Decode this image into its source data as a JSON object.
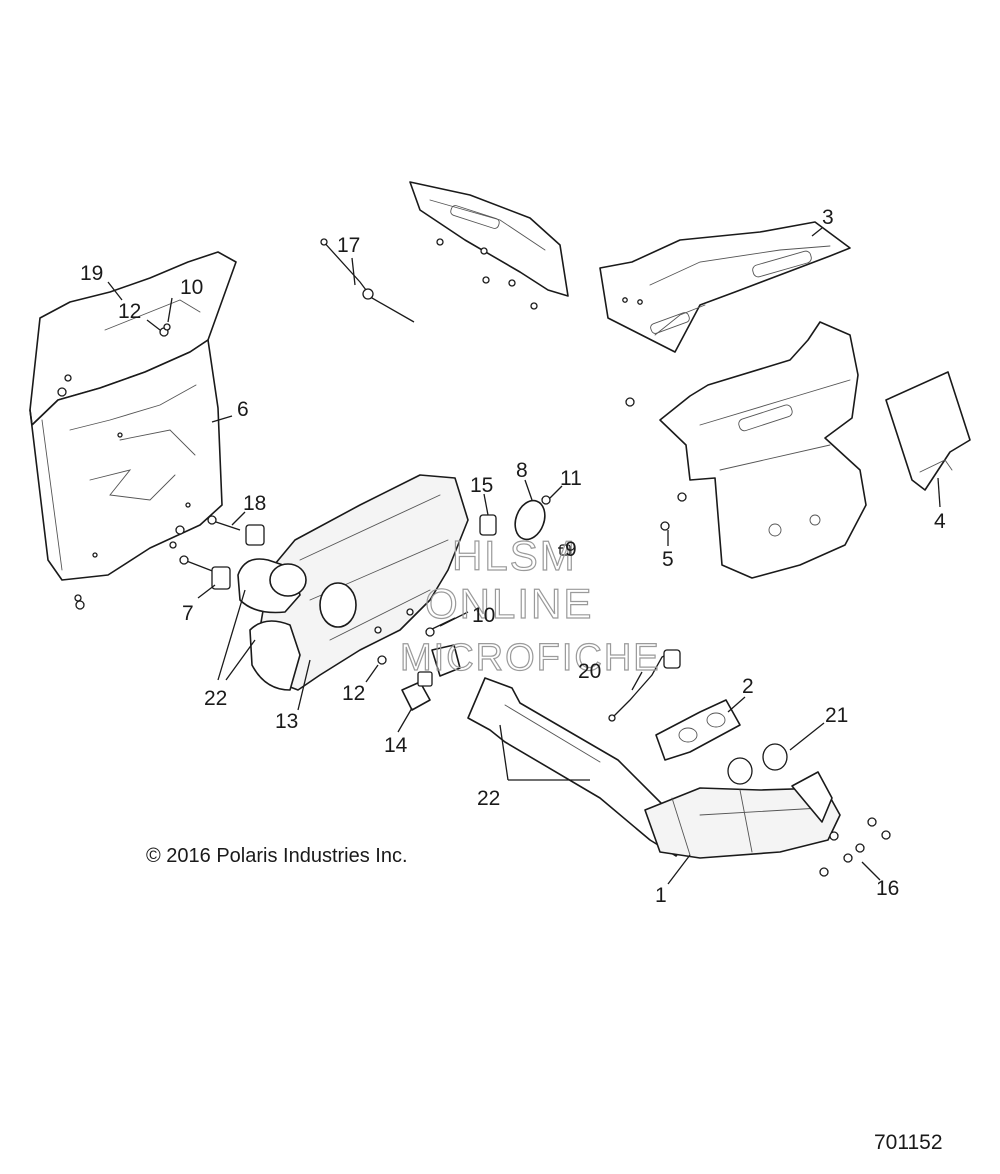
{
  "diagram": {
    "callouts": [
      {
        "id": "c1",
        "label": "1"
      },
      {
        "id": "c2",
        "label": "2"
      },
      {
        "id": "c3",
        "label": "3"
      },
      {
        "id": "c4",
        "label": "4"
      },
      {
        "id": "c5",
        "label": "5"
      },
      {
        "id": "c6",
        "label": "6"
      },
      {
        "id": "c7",
        "label": "7"
      },
      {
        "id": "c8",
        "label": "8"
      },
      {
        "id": "c9",
        "label": "9"
      },
      {
        "id": "c10a",
        "label": "10"
      },
      {
        "id": "c10b",
        "label": "10"
      },
      {
        "id": "c11",
        "label": "11"
      },
      {
        "id": "c12a",
        "label": "12"
      },
      {
        "id": "c12b",
        "label": "12"
      },
      {
        "id": "c13",
        "label": "13"
      },
      {
        "id": "c14",
        "label": "14"
      },
      {
        "id": "c15",
        "label": "15"
      },
      {
        "id": "c16",
        "label": "16"
      },
      {
        "id": "c17",
        "label": "17"
      },
      {
        "id": "c18",
        "label": "18"
      },
      {
        "id": "c19",
        "label": "19"
      },
      {
        "id": "c20",
        "label": "20"
      },
      {
        "id": "c21",
        "label": "21"
      },
      {
        "id": "c22a",
        "label": "22"
      },
      {
        "id": "c22b",
        "label": "22"
      }
    ],
    "watermark": [
      "HLSM",
      "ONLINE",
      "MICROFICHE"
    ],
    "copyright": "© 2016  Polaris Industries Inc.",
    "figure_number": "701152"
  }
}
